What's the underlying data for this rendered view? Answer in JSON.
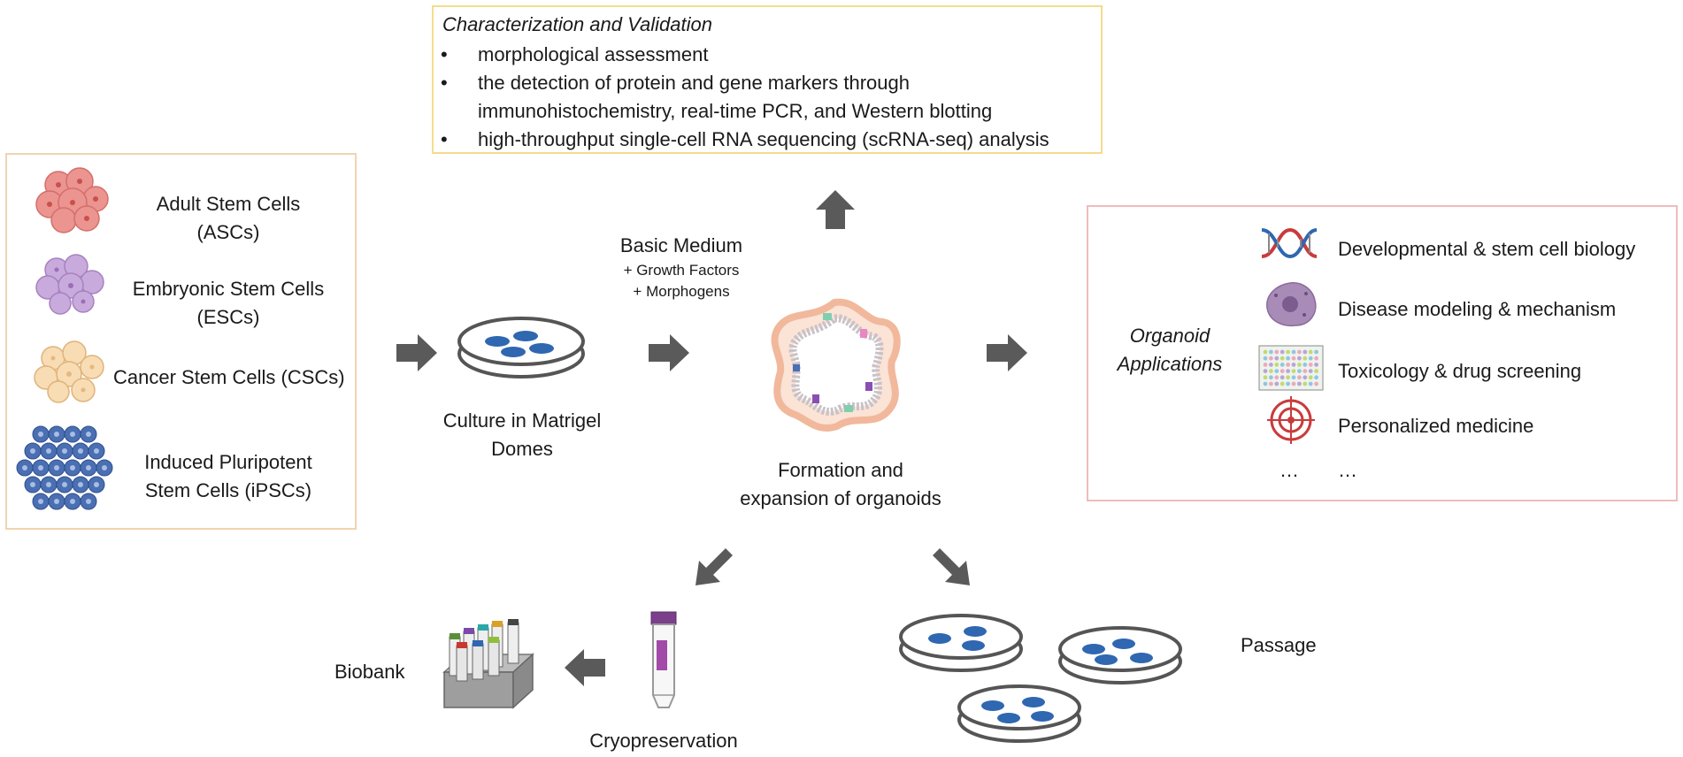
{
  "characterization": {
    "title": "Characterization and Validation",
    "bullet_symbol": "•",
    "items": [
      "morphological assessment",
      "the detection of protein and gene markers through",
      "immunohistochemistry, real-time PCR, and Western blotting",
      "high-throughput single-cell RNA sequencing (scRNA-seq) analysis"
    ]
  },
  "stem_cells": {
    "adult": [
      "Adult Stem Cells",
      "(ASCs)"
    ],
    "embryonic": [
      "Embryonic Stem Cells",
      "(ESCs)"
    ],
    "cancer": "Cancer Stem Cells (CSCs)",
    "ipsc": [
      "Induced Pluripotent",
      "Stem Cells (iPSCs)"
    ]
  },
  "culture": [
    "Culture in Matrigel",
    "Domes"
  ],
  "medium": {
    "title": "Basic Medium",
    "additions": [
      "+ Growth Factors",
      "+ Morphogens"
    ]
  },
  "organoid": [
    "Formation and",
    "expansion of organoids"
  ],
  "applications": {
    "heading": [
      "Organoid",
      "Applications"
    ],
    "items": [
      "Developmental & stem cell biology",
      "Disease modeling & mechanism",
      "Toxicology & drug screening",
      "Personalized medicine"
    ],
    "ellipsis_icon": "…",
    "ellipsis_text": "…"
  },
  "biobank": "Biobank",
  "cryo": "Cryopreservation",
  "passage": "Passage",
  "colors": {
    "arrow": "#5a5a5a",
    "adult_cell": "#e8837f",
    "embryonic_cell": "#c2a3d6",
    "cancer_cell": "#f5d2a2",
    "ipsc_cell": "#4a6fb2",
    "dish_blob": "#2f67b1",
    "char_border": "#f3dc8e",
    "stem_border": "#f2d3b0",
    "app_border": "#eebcbc"
  }
}
